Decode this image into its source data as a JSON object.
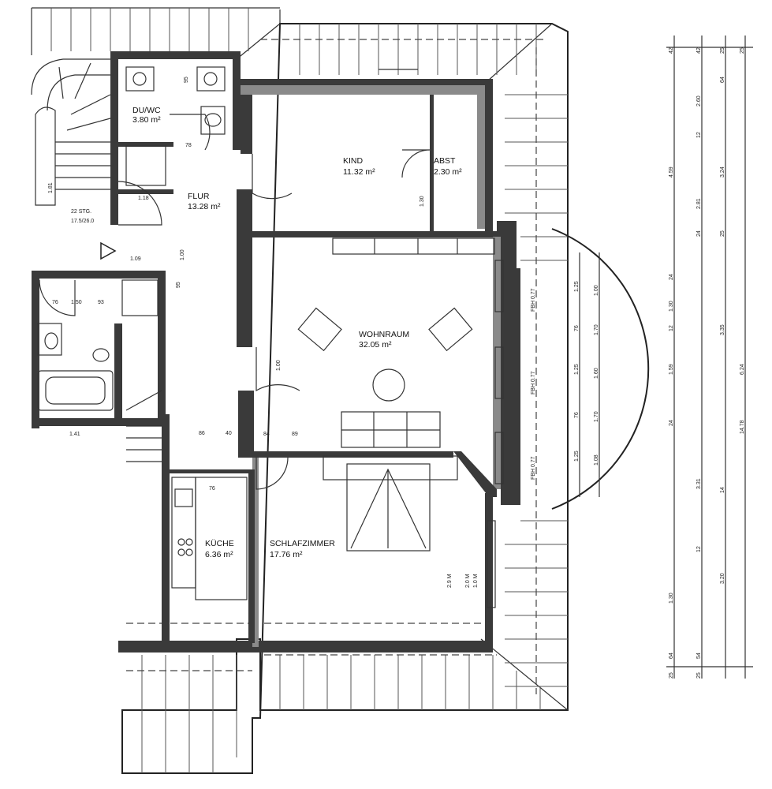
{
  "rooms": {
    "duwc": {
      "name": "DU/WC",
      "area": "3.80 m²"
    },
    "kind": {
      "name": "KIND",
      "area": "11.32 m²"
    },
    "abst": {
      "name": "ABST",
      "area": "2.30 m²"
    },
    "flur": {
      "name": "FLUR",
      "area": "13.28 m²"
    },
    "wohnraum": {
      "name": "WOHNRAUM",
      "area": "32.05 m²"
    },
    "kueche": {
      "name": "KÜCHE",
      "area": "6.36 m²"
    },
    "schlafzimmer": {
      "name": "SCHLAFZIMMER",
      "area": "17.76 m²"
    },
    "stairs": {
      "name": "22 STG.",
      "area": "17.5/26.0"
    }
  },
  "dimensions": {
    "top_labels": [
      "95",
      "78",
      "1.18",
      "1.81",
      "1.00",
      "1.09",
      "95",
      "76",
      "1.50",
      "93",
      "1.41",
      "86",
      "40",
      "84",
      "89",
      "76",
      "1.00"
    ],
    "window_labels": [
      "FBH 0.77",
      "FBH 0.77",
      "FBH 0.77"
    ],
    "right_col_a": [
      "42",
      "64",
      "2.60",
      "12",
      "2.81",
      "24",
      "1.30",
      "12",
      "1.59",
      "24",
      "3.31",
      "14",
      "12",
      "1.30",
      "64",
      "25"
    ],
    "right_col_b": [
      "42",
      "4.59",
      "3.24",
      "25",
      "3.35",
      "12",
      "3.20",
      "54",
      "25"
    ],
    "right_col_c": [
      "25",
      "64",
      "12",
      "6.24",
      "14.78"
    ],
    "right_col_d": [
      "1.25",
      "1.00",
      "76",
      "1.70",
      "1.25",
      "1.60",
      "76",
      "1.70",
      "1.25",
      "1.08"
    ],
    "misc": [
      "2.0 M",
      "1.0 M",
      "2.9 M",
      "1.00",
      "1.30"
    ]
  }
}
